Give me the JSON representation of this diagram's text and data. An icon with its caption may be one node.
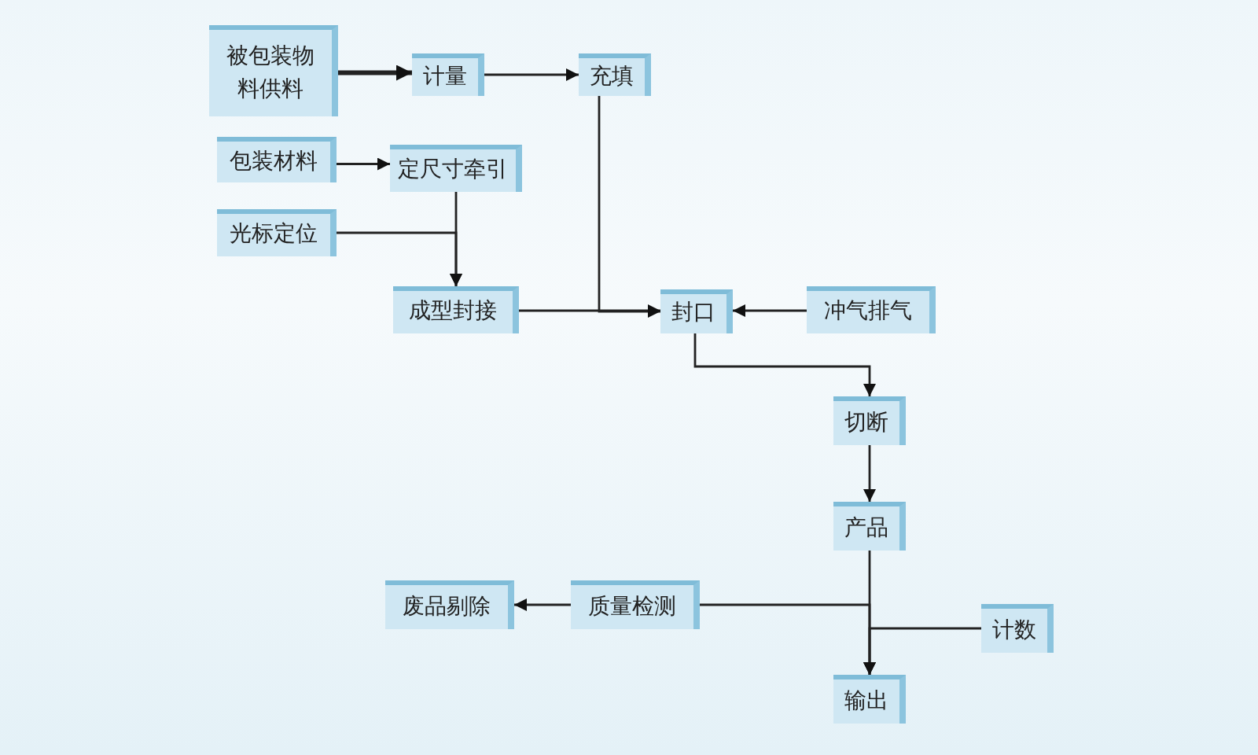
{
  "diagram": {
    "nodes": [
      {
        "text": [
          "被包装物料供料"
        ]
      },
      {
        "text": [
          "计量"
        ]
      },
      {
        "text": [
          "充填"
        ]
      },
      {
        "text": [
          "包装材料"
        ]
      },
      {
        "text": [
          "定尺寸牵引"
        ]
      },
      {
        "text": [
          "光标定位"
        ]
      },
      {
        "text": [
          "成型封接"
        ]
      },
      {
        "text": [
          "封口"
        ]
      },
      {
        "text": [
          "冲气排气"
        ]
      },
      {
        "text": [
          "切断"
        ]
      },
      {
        "text": [
          "产品"
        ]
      },
      {
        "text": [
          "质量检测"
        ]
      },
      {
        "text": [
          "废品剔除"
        ]
      },
      {
        "text": [
          "计数"
        ]
      },
      {
        "text": [
          "输出"
        ]
      }
    ],
    "edges": [
      {
        "from": 0,
        "to": 1,
        "arrow": "to",
        "style": "thick"
      },
      {
        "from": 1,
        "to": 2,
        "arrow": "to"
      },
      {
        "from": 3,
        "to": 4,
        "arrow": "to"
      },
      {
        "from": 5,
        "to": 6,
        "arrow": "to"
      },
      {
        "from": 4,
        "to": 6,
        "arrow": "to"
      },
      {
        "from": 2,
        "to": 7,
        "arrow": "to"
      },
      {
        "from": 6,
        "to": 7,
        "arrow": "to"
      },
      {
        "from": 8,
        "to": 7,
        "arrow": "to"
      },
      {
        "from": 7,
        "to": 9,
        "arrow": "to"
      },
      {
        "from": 9,
        "to": 10,
        "arrow": "to"
      },
      {
        "from": 11,
        "to": 12,
        "arrow": "to"
      },
      {
        "from": 10,
        "to": 14,
        "arrow": "to"
      },
      {
        "from": 11,
        "to": 14,
        "arrow": "to"
      },
      {
        "from": 13,
        "to": 14,
        "arrow": "to"
      }
    ]
  }
}
